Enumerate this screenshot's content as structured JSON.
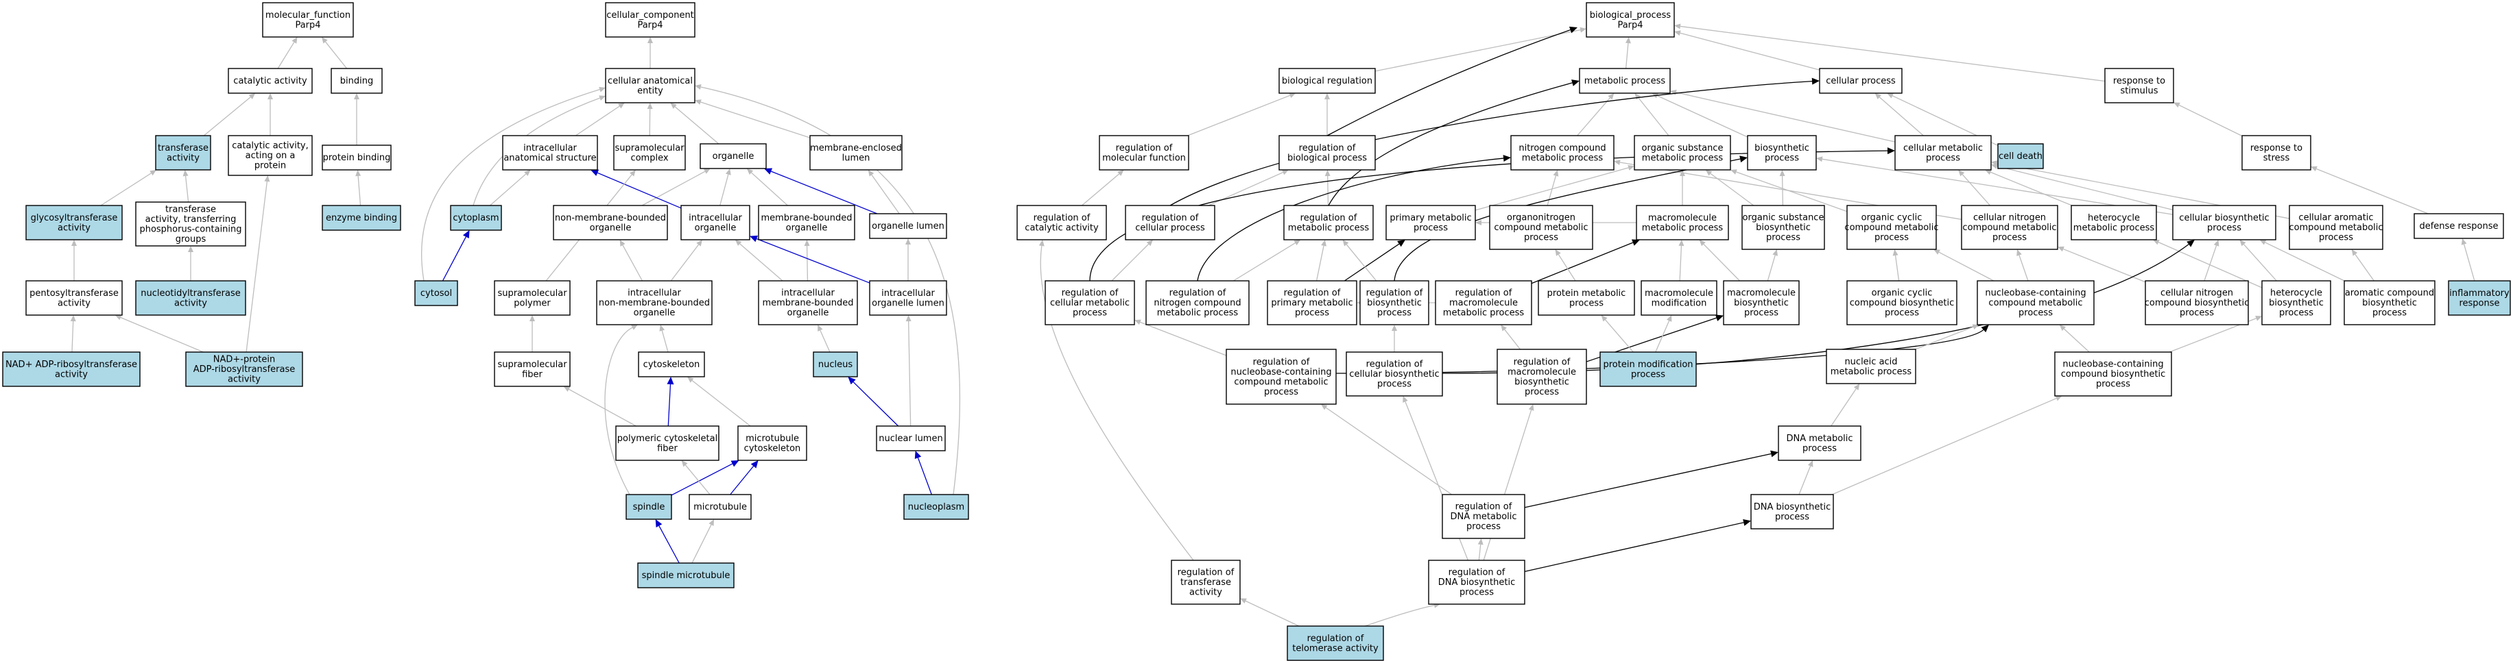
{
  "colors": {
    "highlight_fill": "#add8e6",
    "default_fill": "#ffffff",
    "gray_edge": "#bdbdbd",
    "blue_edge": "#0000cc",
    "black_edge": "#000000"
  },
  "nodes": [
    {
      "id": "mf",
      "lines": [
        "molecular_function",
        "Parp4"
      ],
      "hl": false
    },
    {
      "id": "cat",
      "lines": [
        "catalytic activity"
      ],
      "hl": false
    },
    {
      "id": "bind",
      "lines": [
        "binding"
      ],
      "hl": false
    },
    {
      "id": "transf",
      "lines": [
        "transferase",
        "activity"
      ],
      "hl": true
    },
    {
      "id": "catprot",
      "lines": [
        "catalytic activity,",
        "acting on a",
        "protein"
      ],
      "hl": false
    },
    {
      "id": "protbind",
      "lines": [
        "protein binding"
      ],
      "hl": false
    },
    {
      "id": "glyco",
      "lines": [
        "glycosyltransferase",
        "activity"
      ],
      "hl": true
    },
    {
      "id": "transfphos",
      "lines": [
        "transferase",
        "activity, transferring",
        "phosphorus-containing",
        "groups"
      ],
      "hl": false
    },
    {
      "id": "enzbind",
      "lines": [
        "enzyme binding"
      ],
      "hl": true
    },
    {
      "id": "pento",
      "lines": [
        "pentosyltransferase",
        "activity"
      ],
      "hl": false
    },
    {
      "id": "nucltr",
      "lines": [
        "nucleotidyltransferase",
        "activity"
      ],
      "hl": true
    },
    {
      "id": "nadadp",
      "lines": [
        "NAD+ ADP-ribosyltransferase",
        "activity"
      ],
      "hl": true
    },
    {
      "id": "nadprot",
      "lines": [
        "NAD+-protein",
        "ADP-ribosyltransferase",
        "activity"
      ],
      "hl": true
    },
    {
      "id": "cc",
      "lines": [
        "cellular_component",
        "Parp4"
      ],
      "hl": false
    },
    {
      "id": "cae",
      "lines": [
        "cellular anatomical",
        "entity"
      ],
      "hl": false
    },
    {
      "id": "ias",
      "lines": [
        "intracellular",
        "anatomical structure"
      ],
      "hl": false
    },
    {
      "id": "smc",
      "lines": [
        "supramolecular",
        "complex"
      ],
      "hl": false
    },
    {
      "id": "org",
      "lines": [
        "organelle"
      ],
      "hl": false
    },
    {
      "id": "mel",
      "lines": [
        "membrane-enclosed",
        "lumen"
      ],
      "hl": false
    },
    {
      "id": "cyto",
      "lines": [
        "cytoplasm"
      ],
      "hl": true
    },
    {
      "id": "nmbo",
      "lines": [
        "non-membrane-bounded",
        "organelle"
      ],
      "hl": false
    },
    {
      "id": "io",
      "lines": [
        "intracellular",
        "organelle"
      ],
      "hl": false
    },
    {
      "id": "mbo",
      "lines": [
        "membrane-bounded",
        "organelle"
      ],
      "hl": false
    },
    {
      "id": "ol",
      "lines": [
        "organelle lumen"
      ],
      "hl": false
    },
    {
      "id": "cytosol",
      "lines": [
        "cytosol"
      ],
      "hl": true
    },
    {
      "id": "smp",
      "lines": [
        "supramolecular",
        "polymer"
      ],
      "hl": false
    },
    {
      "id": "inmbo",
      "lines": [
        "intracellular",
        "non-membrane-bounded",
        "organelle"
      ],
      "hl": false
    },
    {
      "id": "imbo",
      "lines": [
        "intracellular",
        "membrane-bounded",
        "organelle"
      ],
      "hl": false
    },
    {
      "id": "iol",
      "lines": [
        "intracellular",
        "organelle lumen"
      ],
      "hl": false
    },
    {
      "id": "smf",
      "lines": [
        "supramolecular",
        "fiber"
      ],
      "hl": false
    },
    {
      "id": "cytoskel",
      "lines": [
        "cytoskeleton"
      ],
      "hl": false
    },
    {
      "id": "nucleus",
      "lines": [
        "nucleus"
      ],
      "hl": true
    },
    {
      "id": "pcf",
      "lines": [
        "polymeric cytoskeletal",
        "fiber"
      ],
      "hl": false
    },
    {
      "id": "mtc",
      "lines": [
        "microtubule",
        "cytoskeleton"
      ],
      "hl": false
    },
    {
      "id": "nlumen",
      "lines": [
        "nuclear lumen"
      ],
      "hl": false
    },
    {
      "id": "spindle",
      "lines": [
        "spindle"
      ],
      "hl": true
    },
    {
      "id": "mt",
      "lines": [
        "microtubule"
      ],
      "hl": false
    },
    {
      "id": "nucleoplasm",
      "lines": [
        "nucleoplasm"
      ],
      "hl": true
    },
    {
      "id": "spmt",
      "lines": [
        "spindle microtubule"
      ],
      "hl": true
    },
    {
      "id": "bp",
      "lines": [
        "biological_process",
        "Parp4"
      ],
      "hl": false
    },
    {
      "id": "breg",
      "lines": [
        "biological regulation"
      ],
      "hl": false
    },
    {
      "id": "mp",
      "lines": [
        "metabolic process"
      ],
      "hl": false
    },
    {
      "id": "cp",
      "lines": [
        "cellular process"
      ],
      "hl": false
    },
    {
      "id": "rts",
      "lines": [
        "response to",
        "stimulus"
      ],
      "hl": false
    },
    {
      "id": "rmf",
      "lines": [
        "regulation of",
        "molecular function"
      ],
      "hl": false
    },
    {
      "id": "rbp",
      "lines": [
        "regulation of",
        "biological process"
      ],
      "hl": false
    },
    {
      "id": "ncmp",
      "lines": [
        "nitrogen compound",
        "metabolic process"
      ],
      "hl": false
    },
    {
      "id": "osmp",
      "lines": [
        "organic substance",
        "metabolic process"
      ],
      "hl": false
    },
    {
      "id": "bsp",
      "lines": [
        "biosynthetic",
        "process"
      ],
      "hl": false
    },
    {
      "id": "cmp",
      "lines": [
        "cellular metabolic",
        "process"
      ],
      "hl": false
    },
    {
      "id": "celldeath",
      "lines": [
        "cell death"
      ],
      "hl": true
    },
    {
      "id": "rtstress",
      "lines": [
        "response to",
        "stress"
      ],
      "hl": false
    },
    {
      "id": "rca",
      "lines": [
        "regulation of",
        "catalytic activity"
      ],
      "hl": false
    },
    {
      "id": "rcp",
      "lines": [
        "regulation of",
        "cellular process"
      ],
      "hl": false
    },
    {
      "id": "rmp",
      "lines": [
        "regulation of",
        "metabolic process"
      ],
      "hl": false
    },
    {
      "id": "pmp",
      "lines": [
        "primary metabolic",
        "process"
      ],
      "hl": false
    },
    {
      "id": "oncmp",
      "lines": [
        "organonitrogen",
        "compound metabolic",
        "process"
      ],
      "hl": false
    },
    {
      "id": "mmp",
      "lines": [
        "macromolecule",
        "metabolic process"
      ],
      "hl": false
    },
    {
      "id": "osbp",
      "lines": [
        "organic substance",
        "biosynthetic",
        "process"
      ],
      "hl": false
    },
    {
      "id": "occmp",
      "lines": [
        "organic cyclic",
        "compound metabolic",
        "process"
      ],
      "hl": false
    },
    {
      "id": "cncmp",
      "lines": [
        "cellular nitrogen",
        "compound metabolic",
        "process"
      ],
      "hl": false
    },
    {
      "id": "hmp",
      "lines": [
        "heterocycle",
        "metabolic process"
      ],
      "hl": false
    },
    {
      "id": "cbp",
      "lines": [
        "cellular biosynthetic",
        "process"
      ],
      "hl": false
    },
    {
      "id": "cacmp",
      "lines": [
        "cellular aromatic",
        "compound metabolic",
        "process"
      ],
      "hl": false
    },
    {
      "id": "defresp",
      "lines": [
        "defense response"
      ],
      "hl": false
    },
    {
      "id": "rcmp",
      "lines": [
        "regulation of",
        "cellular metabolic",
        "process"
      ],
      "hl": false
    },
    {
      "id": "rncmp",
      "lines": [
        "regulation of",
        "nitrogen compound",
        "metabolic process"
      ],
      "hl": false
    },
    {
      "id": "rpmp",
      "lines": [
        "regulation of",
        "primary metabolic",
        "process"
      ],
      "hl": false
    },
    {
      "id": "rbsp",
      "lines": [
        "regulation of",
        "biosynthetic",
        "process"
      ],
      "hl": false
    },
    {
      "id": "rmmp",
      "lines": [
        "regulation of",
        "macromolecule",
        "metabolic process"
      ],
      "hl": false
    },
    {
      "id": "pmetp",
      "lines": [
        "protein metabolic",
        "process"
      ],
      "hl": false
    },
    {
      "id": "mmod",
      "lines": [
        "macromolecule",
        "modification"
      ],
      "hl": false
    },
    {
      "id": "mbsp",
      "lines": [
        "macromolecule",
        "biosynthetic",
        "process"
      ],
      "hl": false
    },
    {
      "id": "occbp",
      "lines": [
        "organic cyclic",
        "compound biosynthetic",
        "process"
      ],
      "hl": false
    },
    {
      "id": "nccmp",
      "lines": [
        "nucleobase-containing",
        "compound metabolic",
        "process"
      ],
      "hl": false
    },
    {
      "id": "cncbp",
      "lines": [
        "cellular nitrogen",
        "compound biosynthetic",
        "process"
      ],
      "hl": false
    },
    {
      "id": "hbp",
      "lines": [
        "heterocycle",
        "biosynthetic",
        "process"
      ],
      "hl": false
    },
    {
      "id": "acbp",
      "lines": [
        "aromatic compound",
        "biosynthetic",
        "process"
      ],
      "hl": false
    },
    {
      "id": "inflam",
      "lines": [
        "inflammatory",
        "response"
      ],
      "hl": true
    },
    {
      "id": "rnccmp",
      "lines": [
        "regulation of",
        "nucleobase-containing",
        "compound metabolic",
        "process"
      ],
      "hl": false
    },
    {
      "id": "rcbp",
      "lines": [
        "regulation of",
        "cellular biosynthetic",
        "process"
      ],
      "hl": false
    },
    {
      "id": "rmbsp",
      "lines": [
        "regulation of",
        "macromolecule",
        "biosynthetic",
        "process"
      ],
      "hl": false
    },
    {
      "id": "pmod",
      "lines": [
        "protein modification",
        "process"
      ],
      "hl": true
    },
    {
      "id": "namp",
      "lines": [
        "nucleic acid",
        "metabolic process"
      ],
      "hl": false
    },
    {
      "id": "nccbp",
      "lines": [
        "nucleobase-containing",
        "compound biosynthetic",
        "process"
      ],
      "hl": false
    },
    {
      "id": "dnamp",
      "lines": [
        "DNA metabolic",
        "process"
      ],
      "hl": false
    },
    {
      "id": "rdnamp",
      "lines": [
        "regulation of",
        "DNA metabolic",
        "process"
      ],
      "hl": false
    },
    {
      "id": "dnabp",
      "lines": [
        "DNA biosynthetic",
        "process"
      ],
      "hl": false
    },
    {
      "id": "rta",
      "lines": [
        "regulation of",
        "transferase",
        "activity"
      ],
      "hl": false
    },
    {
      "id": "rdnabp",
      "lines": [
        "regulation of",
        "DNA biosynthetic",
        "process"
      ],
      "hl": false
    },
    {
      "id": "rtel",
      "lines": [
        "regulation of",
        "telomerase activity"
      ],
      "hl": true
    }
  ],
  "edges": [
    [
      "cat",
      "mf",
      "gray"
    ],
    [
      "bind",
      "mf",
      "gray"
    ],
    [
      "transf",
      "cat",
      "gray"
    ],
    [
      "catprot",
      "cat",
      "gray"
    ],
    [
      "protbind",
      "bind",
      "gray"
    ],
    [
      "glyco",
      "transf",
      "gray"
    ],
    [
      "transfphos",
      "transf",
      "gray"
    ],
    [
      "enzbind",
      "protbind",
      "gray"
    ],
    [
      "pento",
      "glyco",
      "gray"
    ],
    [
      "nucltr",
      "transfphos",
      "gray"
    ],
    [
      "nadadp",
      "pento",
      "gray"
    ],
    [
      "nadprot",
      "pento",
      "gray"
    ],
    [
      "nadprot",
      "catprot",
      "gray"
    ],
    [
      "cae",
      "cc",
      "gray"
    ],
    [
      "ias",
      "cae",
      "gray"
    ],
    [
      "smc",
      "cae",
      "gray"
    ],
    [
      "org",
      "cae",
      "gray"
    ],
    [
      "mel",
      "cae",
      "gray"
    ],
    [
      "cyto",
      "ias",
      "gray"
    ],
    [
      "cyto",
      "cae",
      "gray"
    ],
    [
      "nmbo",
      "org",
      "gray"
    ],
    [
      "io",
      "org",
      "gray"
    ],
    [
      "io",
      "ias",
      "blue"
    ],
    [
      "mbo",
      "org",
      "gray"
    ],
    [
      "ol",
      "mel",
      "gray"
    ],
    [
      "ol",
      "org",
      "blue"
    ],
    [
      "cytosol",
      "cyto",
      "blue"
    ],
    [
      "cytosol",
      "cae",
      "gray"
    ],
    [
      "smp",
      "smc",
      "gray"
    ],
    [
      "inmbo",
      "nmbo",
      "gray"
    ],
    [
      "inmbo",
      "io",
      "gray"
    ],
    [
      "imbo",
      "io",
      "gray"
    ],
    [
      "imbo",
      "mbo",
      "gray"
    ],
    [
      "iol",
      "io",
      "blue"
    ],
    [
      "iol",
      "ol",
      "gray"
    ],
    [
      "smf",
      "smp",
      "gray"
    ],
    [
      "cytoskel",
      "inmbo",
      "gray"
    ],
    [
      "nucleus",
      "imbo",
      "gray"
    ],
    [
      "pcf",
      "cytoskel",
      "blue"
    ],
    [
      "pcf",
      "smf",
      "gray"
    ],
    [
      "mtc",
      "cytoskel",
      "gray"
    ],
    [
      "nlumen",
      "iol",
      "gray"
    ],
    [
      "nlumen",
      "nucleus",
      "blue"
    ],
    [
      "spindle",
      "mtc",
      "blue"
    ],
    [
      "spindle",
      "inmbo",
      "gray"
    ],
    [
      "mt",
      "mtc",
      "blue"
    ],
    [
      "mt",
      "pcf",
      "gray"
    ],
    [
      "nucleoplasm",
      "nlumen",
      "blue"
    ],
    [
      "nucleoplasm",
      "cae",
      "gray"
    ],
    [
      "spmt",
      "spindle",
      "blue"
    ],
    [
      "spmt",
      "mt",
      "gray"
    ],
    [
      "breg",
      "bp",
      "gray"
    ],
    [
      "mp",
      "bp",
      "gray"
    ],
    [
      "cp",
      "bp",
      "gray"
    ],
    [
      "rts",
      "bp",
      "gray"
    ],
    [
      "rmf",
      "breg",
      "gray"
    ],
    [
      "rbp",
      "breg",
      "gray"
    ],
    [
      "rbp",
      "bp",
      "black"
    ],
    [
      "ncmp",
      "mp",
      "gray"
    ],
    [
      "osmp",
      "mp",
      "gray"
    ],
    [
      "bsp",
      "mp",
      "gray"
    ],
    [
      "cmp",
      "cp",
      "gray"
    ],
    [
      "cmp",
      "mp",
      "gray"
    ],
    [
      "celldeath",
      "cp",
      "gray"
    ],
    [
      "rtstress",
      "rts",
      "gray"
    ],
    [
      "rca",
      "rmf",
      "gray"
    ],
    [
      "rcp",
      "rbp",
      "gray"
    ],
    [
      "rcp",
      "cp",
      "black"
    ],
    [
      "rmp",
      "rbp",
      "gray"
    ],
    [
      "rmp",
      "mp",
      "black"
    ],
    [
      "pmp",
      "osmp",
      "gray"
    ],
    [
      "oncmp",
      "ncmp",
      "gray"
    ],
    [
      "mmp",
      "pmp",
      "gray"
    ],
    [
      "mmp",
      "osmp",
      "gray"
    ],
    [
      "osbp",
      "osmp",
      "gray"
    ],
    [
      "osbp",
      "bsp",
      "gray"
    ],
    [
      "occmp",
      "osmp",
      "gray"
    ],
    [
      "cncmp",
      "ncmp",
      "gray"
    ],
    [
      "cncmp",
      "cmp",
      "gray"
    ],
    [
      "hmp",
      "cmp",
      "gray"
    ],
    [
      "cbp",
      "cmp",
      "gray"
    ],
    [
      "cbp",
      "bsp",
      "gray"
    ],
    [
      "cacmp",
      "cmp",
      "gray"
    ],
    [
      "defresp",
      "rtstress",
      "gray"
    ],
    [
      "rcmp",
      "rcp",
      "gray"
    ],
    [
      "rcmp",
      "cmp",
      "black"
    ],
    [
      "rncmp",
      "rmp",
      "gray"
    ],
    [
      "rncmp",
      "ncmp",
      "black"
    ],
    [
      "rpmp",
      "rmp",
      "gray"
    ],
    [
      "rpmp",
      "pmp",
      "black"
    ],
    [
      "rbsp",
      "rmp",
      "gray"
    ],
    [
      "rbsp",
      "bsp",
      "black"
    ],
    [
      "rmmp",
      "rpmp",
      "gray"
    ],
    [
      "rmmp",
      "mmp",
      "black"
    ],
    [
      "pmetp",
      "oncmp",
      "gray"
    ],
    [
      "mmod",
      "mmp",
      "gray"
    ],
    [
      "mbsp",
      "mmp",
      "gray"
    ],
    [
      "mbsp",
      "osbp",
      "gray"
    ],
    [
      "occbp",
      "occmp",
      "gray"
    ],
    [
      "nccmp",
      "cncmp",
      "gray"
    ],
    [
      "nccmp",
      "occmp",
      "gray"
    ],
    [
      "cncbp",
      "cncmp",
      "gray"
    ],
    [
      "cncbp",
      "cbp",
      "gray"
    ],
    [
      "hbp",
      "hmp",
      "gray"
    ],
    [
      "hbp",
      "cbp",
      "gray"
    ],
    [
      "acbp",
      "cacmp",
      "gray"
    ],
    [
      "acbp",
      "cbp",
      "gray"
    ],
    [
      "inflam",
      "defresp",
      "gray"
    ],
    [
      "rnccmp",
      "rcmp",
      "gray"
    ],
    [
      "rnccmp",
      "nccmp",
      "black"
    ],
    [
      "rcbp",
      "rbsp",
      "gray"
    ],
    [
      "rcbp",
      "cbp",
      "black"
    ],
    [
      "rmbsp",
      "rmmp",
      "gray"
    ],
    [
      "rmbsp",
      "mbsp",
      "black"
    ],
    [
      "pmod",
      "pmetp",
      "gray"
    ],
    [
      "pmod",
      "mmod",
      "gray"
    ],
    [
      "namp",
      "nccmp",
      "gray"
    ],
    [
      "nccbp",
      "nccmp",
      "gray"
    ],
    [
      "nccbp",
      "hbp",
      "gray"
    ],
    [
      "dnamp",
      "namp",
      "gray"
    ],
    [
      "rdnamp",
      "rnccmp",
      "gray"
    ],
    [
      "rdnamp",
      "dnamp",
      "black"
    ],
    [
      "dnabp",
      "dnamp",
      "gray"
    ],
    [
      "dnabp",
      "nccbp",
      "gray"
    ],
    [
      "rta",
      "rca",
      "gray"
    ],
    [
      "rdnabp",
      "rdnamp",
      "gray"
    ],
    [
      "rdnabp",
      "dnabp",
      "black"
    ],
    [
      "rdnabp",
      "rcbp",
      "gray"
    ],
    [
      "rdnabp",
      "rmbsp",
      "gray"
    ],
    [
      "rtel",
      "rta",
      "gray"
    ],
    [
      "rtel",
      "rdnabp",
      "gray"
    ]
  ]
}
